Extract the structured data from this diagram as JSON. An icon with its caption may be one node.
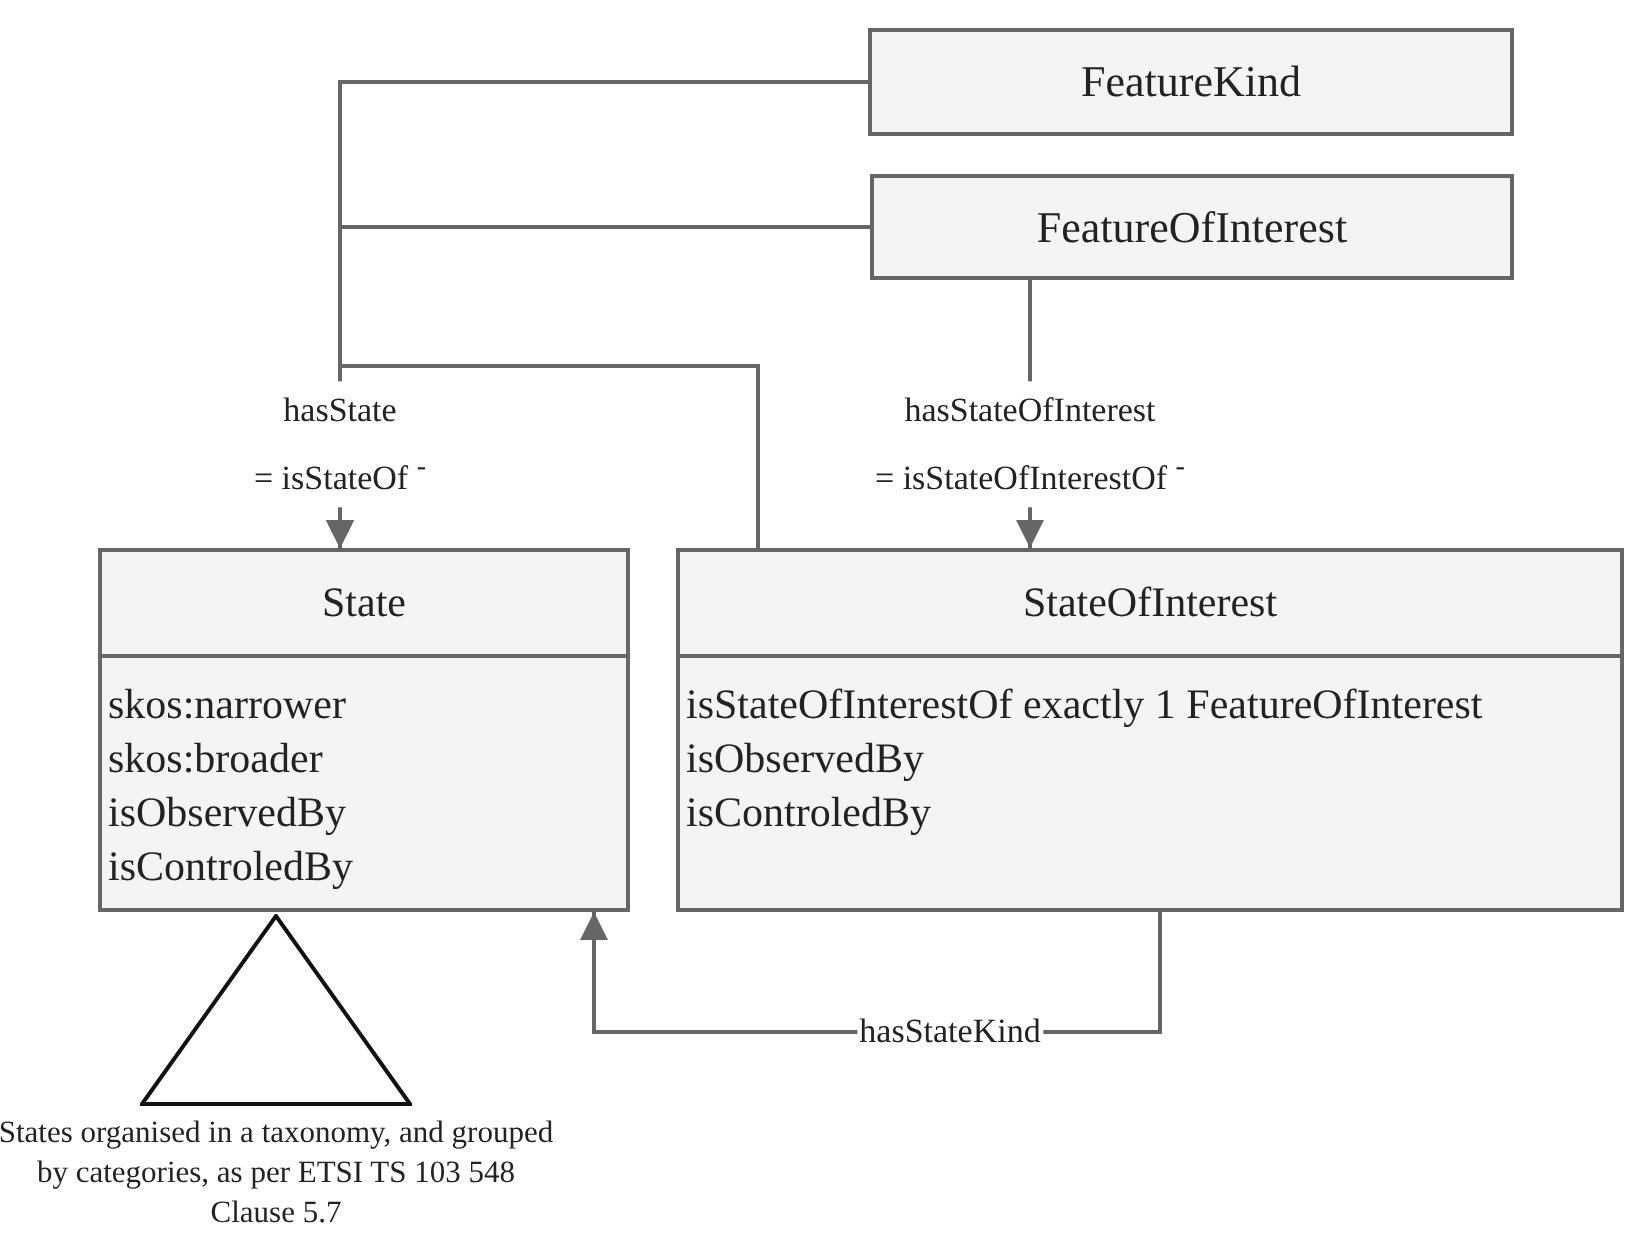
{
  "diagram": {
    "nodes": [
      {
        "text": [
          "FeatureKind"
        ]
      },
      {
        "text": [
          "FeatureOfInterest"
        ]
      },
      {
        "text": [
          "State",
          "skos:narrower",
          "skos:broader",
          "isObservedBy",
          "isControledBy"
        ]
      },
      {
        "text": [
          "StateOfInterest",
          "isStateOfInterestOf exactly 1 FeatureOfInterest",
          "isObservedBy",
          "isControledBy"
        ]
      },
      {
        "text": [],
        "shape": "triangle",
        "beside": [
          "States organised in a taxonomy, and grouped by categories, as per ETSI TS 103 548 Clause 5.7"
        ]
      }
    ],
    "edges": [
      {
        "from": 0,
        "to": 2,
        "arrow": "to",
        "label": "hasState = isStateOf $^{-}$"
      },
      {
        "from": 1,
        "to": 2,
        "arrow": "to"
      },
      {
        "from": 3,
        "to": 2,
        "arrow": "to"
      },
      {
        "from": 1,
        "to": 3,
        "arrow": "to",
        "label": "hasStateOfInterest = isStateOfInterestOf $^{-}$"
      },
      {
        "from": 3,
        "to": 2,
        "arrow": "to",
        "label": "hasStateKind"
      }
    ]
  }
}
